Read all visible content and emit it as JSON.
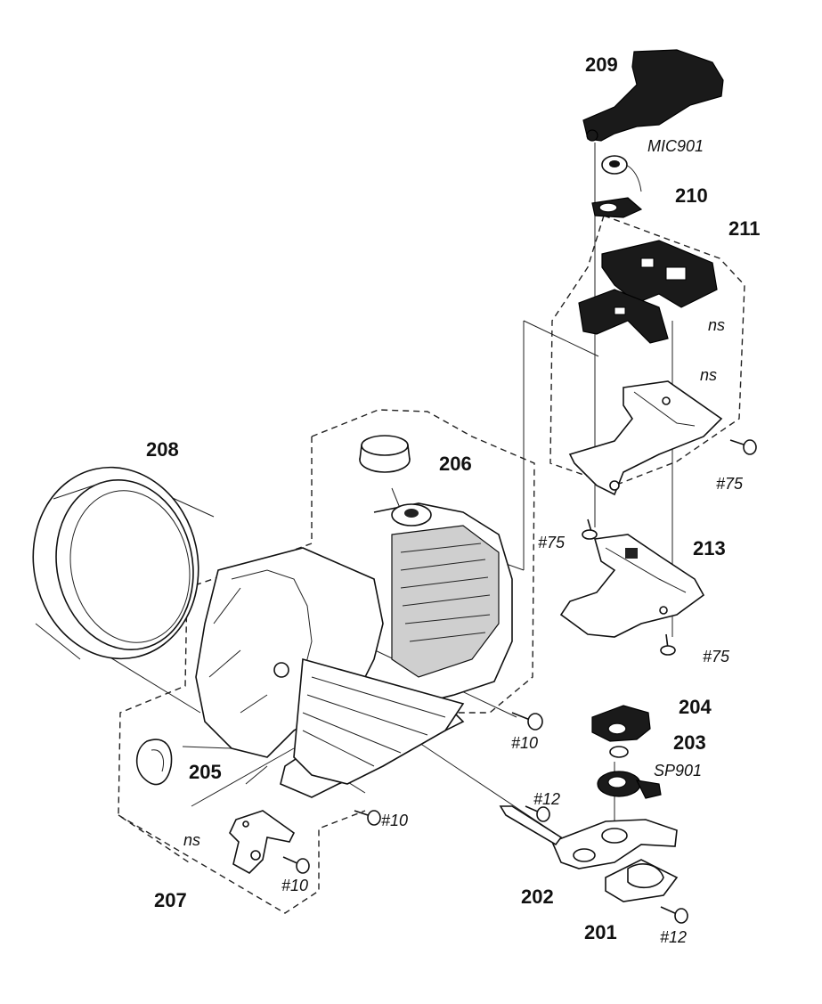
{
  "diagram": {
    "part_labels": {
      "p201": "201",
      "p202": "202",
      "p203": "203",
      "p204": "204",
      "p205": "205",
      "p206": "206",
      "p207": "207",
      "p208": "208",
      "p209": "209",
      "p210": "210",
      "p211": "211",
      "p213": "213"
    },
    "ref_labels": {
      "mic901": "MIC901",
      "sp901": "SP901",
      "ns_a": "ns",
      "ns_b": "ns",
      "ns_c": "ns"
    },
    "screw_labels": {
      "s75_a": "#75",
      "s75_b": "#75",
      "s75_c": "#75",
      "s10_a": "#10",
      "s10_b": "#10",
      "s10_c": "#10",
      "s12_a": "#12",
      "s12_b": "#12"
    }
  }
}
